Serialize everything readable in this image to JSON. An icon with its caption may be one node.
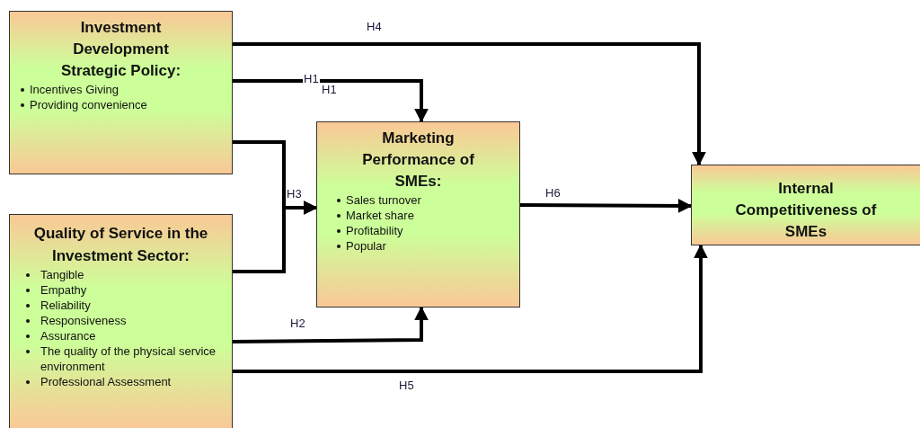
{
  "diagram": {
    "nodes": [
      {
        "text": [
          "Investment Development Strategic Policy:",
          "Incentives Giving",
          "Providing convenience"
        ]
      },
      {
        "text": [
          "Quality of Service in the Investment Sector:",
          "Tangible",
          "Empathy",
          "Reliability",
          "Responsiveness",
          "Assurance",
          "The quality of the physical service environment",
          "Professional Assessment"
        ]
      },
      {
        "text": [
          "Marketing Performance of SMEs:",
          "Sales turnover",
          "Market share",
          "Profitability",
          "Popular"
        ]
      },
      {
        "text": [
          "Internal Competitiveness of SMEs"
        ]
      }
    ],
    "edges": [
      {
        "from": 0,
        "to": 3,
        "arrow": "to",
        "label": "H4"
      },
      {
        "from": 0,
        "to": 2,
        "arrow": "to",
        "label": "H1"
      },
      {
        "from": 0,
        "to": 2,
        "arrow": "to",
        "label": "H3"
      },
      {
        "from": 1,
        "to": 2,
        "arrow": "to"
      },
      {
        "from": 1,
        "to": 2,
        "arrow": "to",
        "label": "H2"
      },
      {
        "from": 1,
        "to": 3,
        "arrow": "to",
        "label": "H5"
      },
      {
        "from": 2,
        "to": 3,
        "arrow": "to",
        "label": "H6"
      }
    ],
    "labels": [
      "H1"
    ]
  }
}
